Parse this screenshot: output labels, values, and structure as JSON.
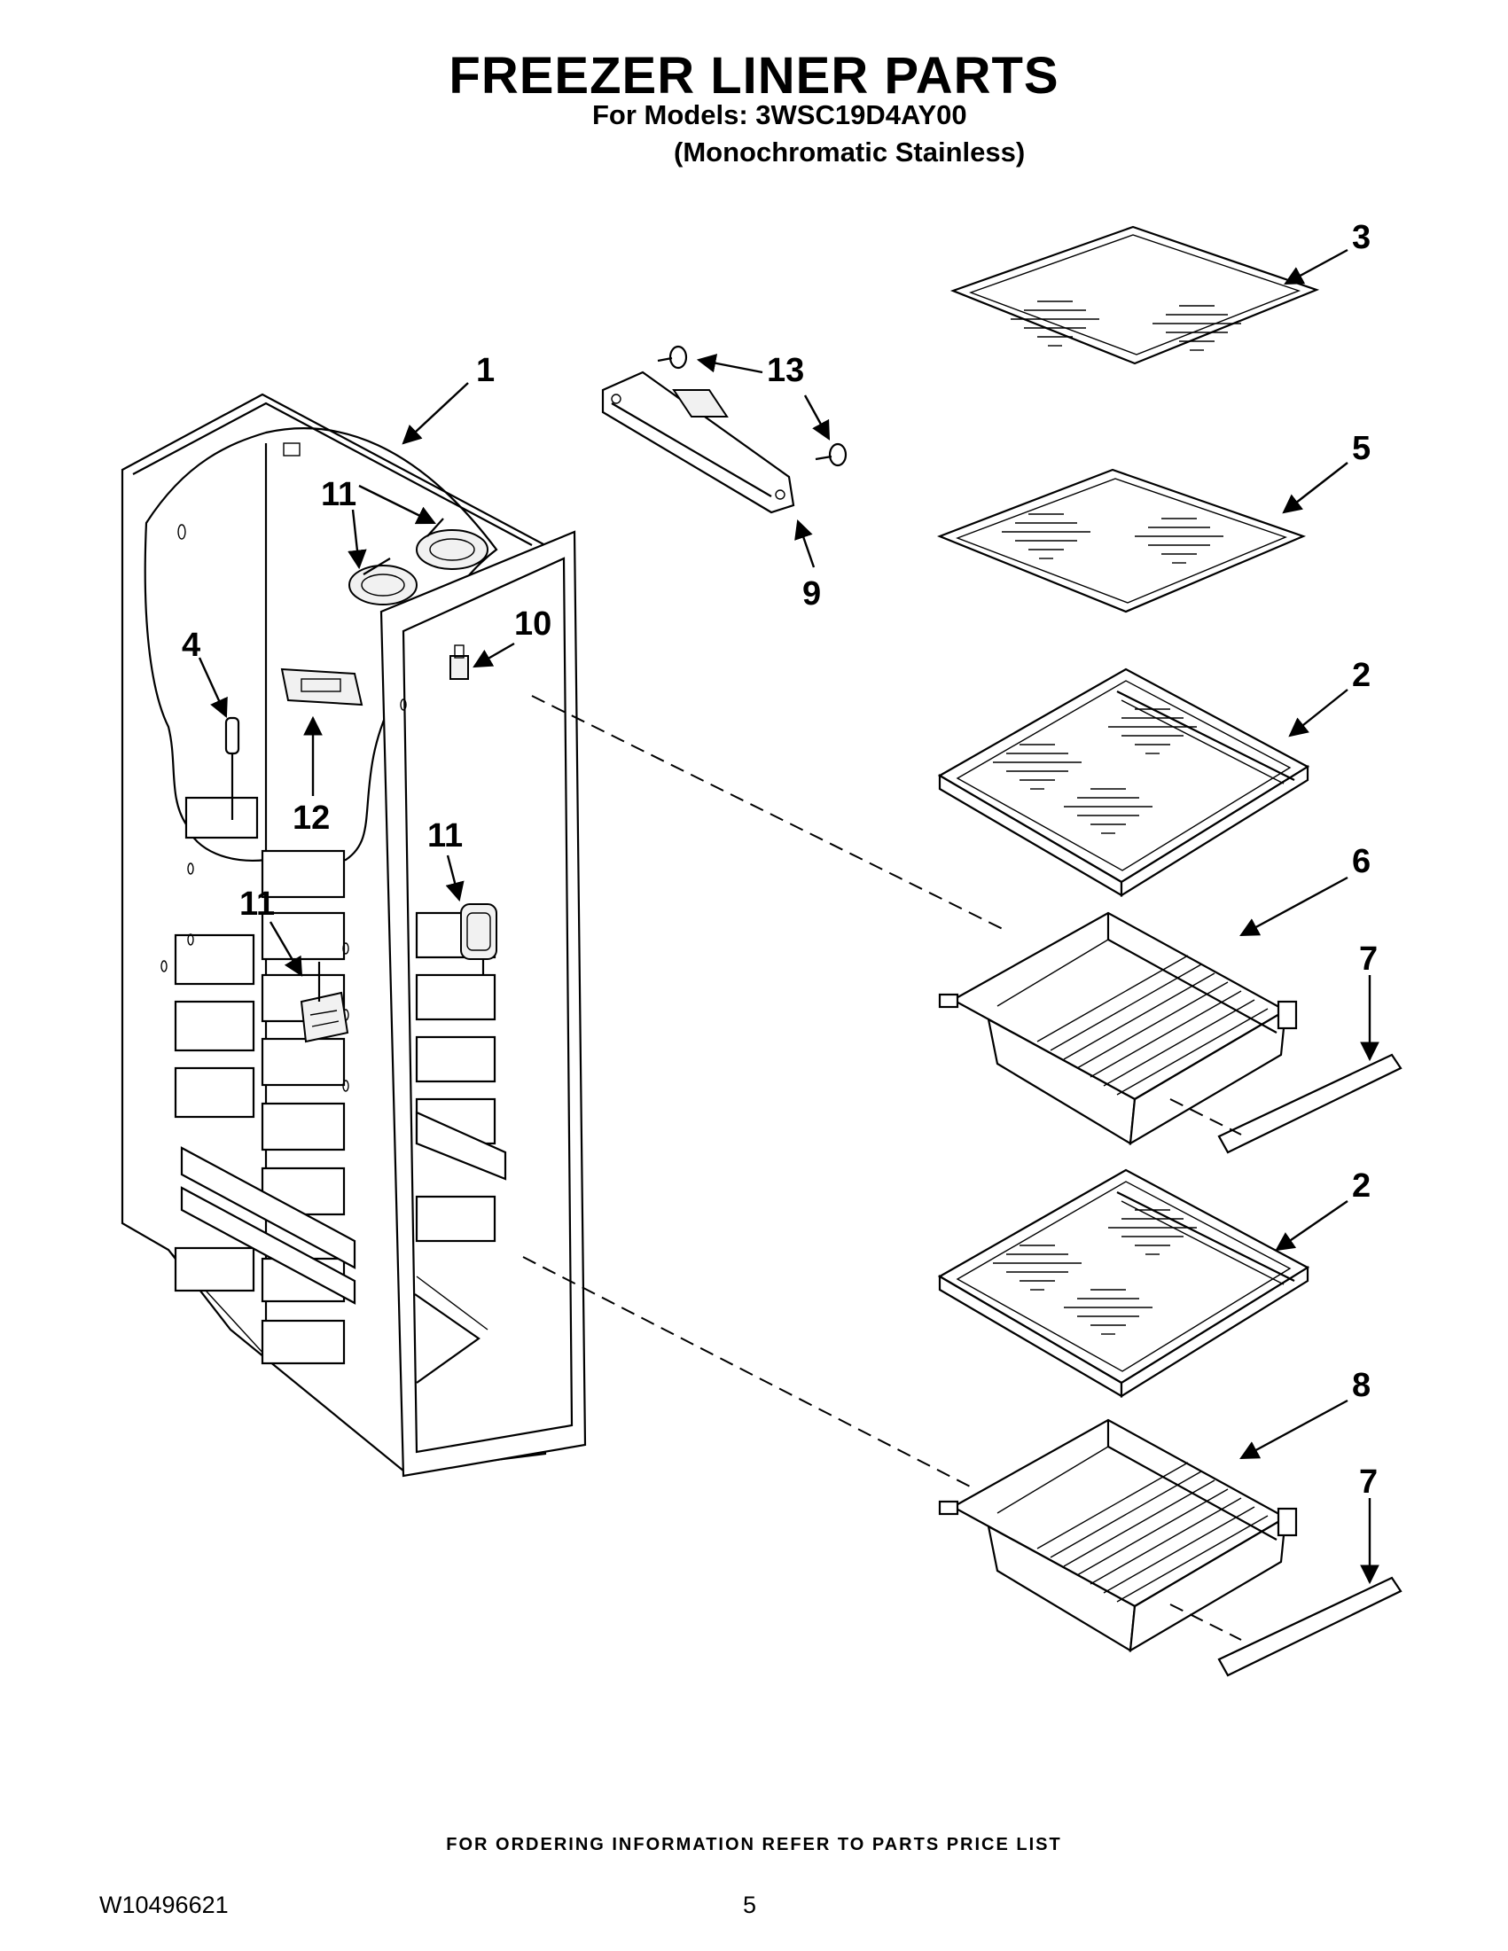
{
  "header": {
    "title": "FREEZER LINER PARTS",
    "models_line": "For Models: 3WSC19D4AY00",
    "finish_line": "(Monochromatic Stainless)"
  },
  "callouts": {
    "c1": "1",
    "c2a": "2",
    "c2b": "2",
    "c3": "3",
    "c4": "4",
    "c5": "5",
    "c6": "6",
    "c7a": "7",
    "c7b": "7",
    "c8": "8",
    "c9": "9",
    "c10": "10",
    "c11a": "11",
    "c11b": "11",
    "c11c": "11",
    "c12": "12",
    "c13": "13"
  },
  "footer": {
    "ordering_note": "FOR ORDERING INFORMATION REFER TO PARTS PRICE LIST",
    "doc_number": "W10496621",
    "page_number": "5"
  }
}
